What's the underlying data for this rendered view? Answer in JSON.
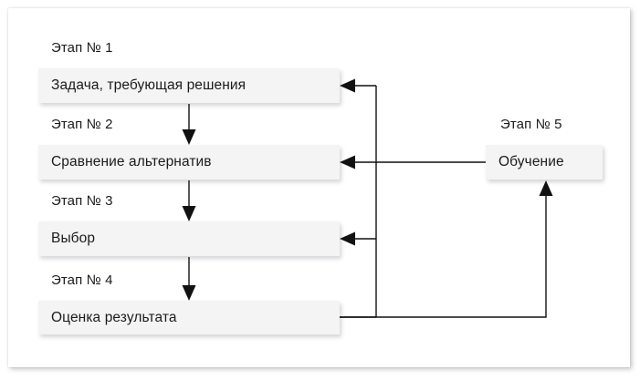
{
  "diagram": {
    "title_present": false,
    "colors": {
      "page_background": "#ffffff",
      "card_background": "#ffffff",
      "box_fill": "#f4f4f4",
      "text": "#1b1b1b",
      "connector": "#111111"
    },
    "stages": [
      {
        "id": "stage-1",
        "label": "Этап № 1",
        "box_text": "Задача, требующая решения"
      },
      {
        "id": "stage-2",
        "label": "Этап № 2",
        "box_text": "Сравнение альтернатив"
      },
      {
        "id": "stage-3",
        "label": "Этап № 3",
        "box_text": "Выбор"
      },
      {
        "id": "stage-4",
        "label": "Этап № 4",
        "box_text": "Оценка результата"
      },
      {
        "id": "stage-5",
        "label": "Этап № 5",
        "box_text": "Обучение"
      }
    ],
    "flow": {
      "forward_arrows": [
        {
          "from": "stage-1",
          "to": "stage-2"
        },
        {
          "from": "stage-2",
          "to": "stage-3"
        },
        {
          "from": "stage-3",
          "to": "stage-4"
        }
      ],
      "feedback_arrows": [
        {
          "from": "stage-4",
          "to": "stage-5"
        },
        {
          "from": "stage-5",
          "to": "stage-1"
        },
        {
          "from": "stage-5",
          "to": "stage-2"
        },
        {
          "from": "stage-5",
          "to": "stage-3"
        }
      ]
    }
  }
}
